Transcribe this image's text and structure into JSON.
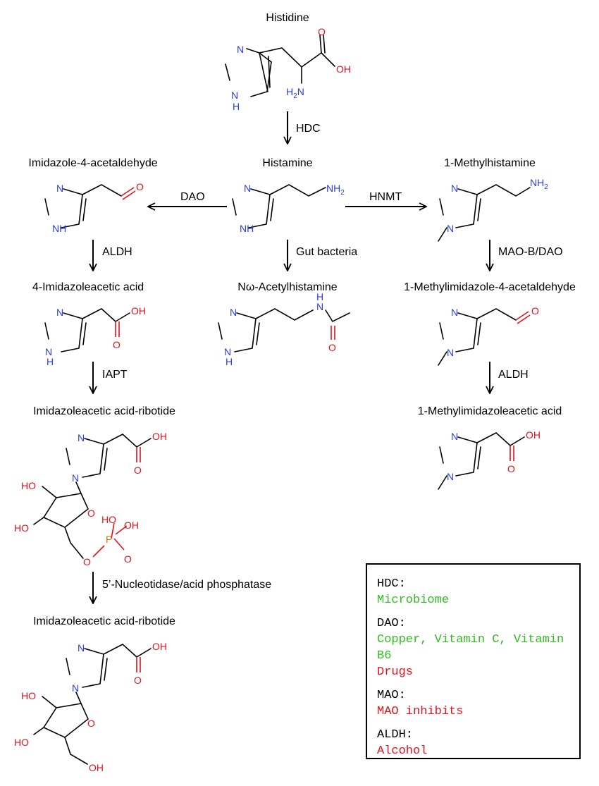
{
  "compounds": {
    "histidine": "Histidine",
    "histamine": "Histamine",
    "imidazole_acetaldehyde": "Imidazole-4-acetaldehyde",
    "methylhistamine": "1-Methylhistamine",
    "imidazoleacetic_acid": "4-Imidazoleacetic acid",
    "acetylhistamine": "Nω-Acetylhistamine",
    "methylimidazole_acetaldehyde": "1-Methylimidazole-4-acetaldehyde",
    "ribotide_1": "Imidazoleacetic acid-ribotide",
    "methylimidazoleacetic_acid": "1-Methylimidazoleacetic acid",
    "ribotide_2": "Imidazoleacetic acid-ribotide"
  },
  "enzymes": {
    "hdc": "HDC",
    "dao": "DAO",
    "hnmt": "HNMT",
    "aldh_left": "ALDH",
    "gut_bacteria": "Gut bacteria",
    "maob_dao": "MAO-B/DAO",
    "iapt": "IAPT",
    "aldh_right": "ALDH",
    "nucleotidase": "5’-Nucleotidase/acid phosphatase"
  },
  "atoms": {
    "N": "N",
    "NH": "NH",
    "H": "H",
    "O": "O",
    "OH": "OH",
    "HO": "HO",
    "NH2": "NH",
    "NH2_sub": "2",
    "H2N": "H",
    "H2N_sub": "2",
    "H2N_N": "N",
    "P": "P"
  },
  "legend": {
    "groups": [
      {
        "head": "HDC:",
        "green": "Microbiome",
        "red": ""
      },
      {
        "head": "DAO:",
        "green": "Copper, Vitamin C, Vitamin B6",
        "red": "Drugs"
      },
      {
        "head": "MAO:",
        "green": "",
        "red": "MAO inhibits"
      },
      {
        "head": "ALDH:",
        "green": "",
        "red": "Alcohol"
      }
    ]
  },
  "colors": {
    "nitrogen": "#2b3be8",
    "oxygen": "#e0121e",
    "phosphorus": "#d4700a",
    "promoter": "#2fbd1e",
    "inhibitor": "#e0121e"
  }
}
